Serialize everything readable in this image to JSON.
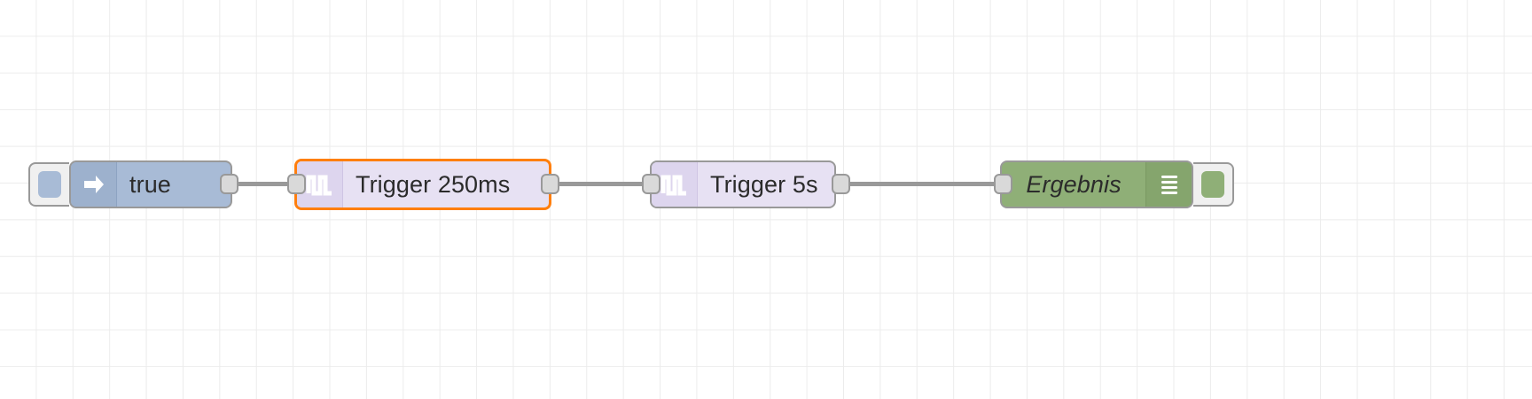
{
  "editor": {
    "name": "node-red-flow-canvas",
    "background_color": "#ffffff",
    "grid_color": "#ececec",
    "grid_size": 41
  },
  "nodes": [
    {
      "id": "inject",
      "type": "inject",
      "label": "true",
      "color": "#a8bbd6",
      "icon": "arrow-right-icon",
      "selected": false,
      "has_button": true,
      "button_side": "left",
      "inputs": 0,
      "outputs": 1
    },
    {
      "id": "trigger-250ms",
      "type": "trigger",
      "label": "Trigger 250ms",
      "color": "#e7e1f3",
      "icon": "pulse-wave-icon",
      "selected": true,
      "selection_color": "#ff7f0e",
      "has_button": false,
      "inputs": 1,
      "outputs": 1
    },
    {
      "id": "trigger-5s",
      "type": "trigger",
      "label": "Trigger 5s",
      "color": "#e7e1f3",
      "icon": "pulse-wave-icon",
      "selected": false,
      "has_button": false,
      "inputs": 1,
      "outputs": 1
    },
    {
      "id": "debug-ergebnis",
      "type": "debug",
      "label": "Ergebnis",
      "color": "#8faf77",
      "icon": "debug-lines-icon",
      "selected": false,
      "has_button": true,
      "button_side": "right",
      "italic_label": true,
      "inputs": 1,
      "outputs": 0
    }
  ],
  "wires": [
    {
      "from": "inject",
      "to": "trigger-250ms"
    },
    {
      "from": "trigger-250ms",
      "to": "trigger-5s"
    },
    {
      "from": "trigger-5s",
      "to": "debug-ergebnis"
    }
  ],
  "wire_color": "#999999",
  "port_color": "#d9d9d9"
}
